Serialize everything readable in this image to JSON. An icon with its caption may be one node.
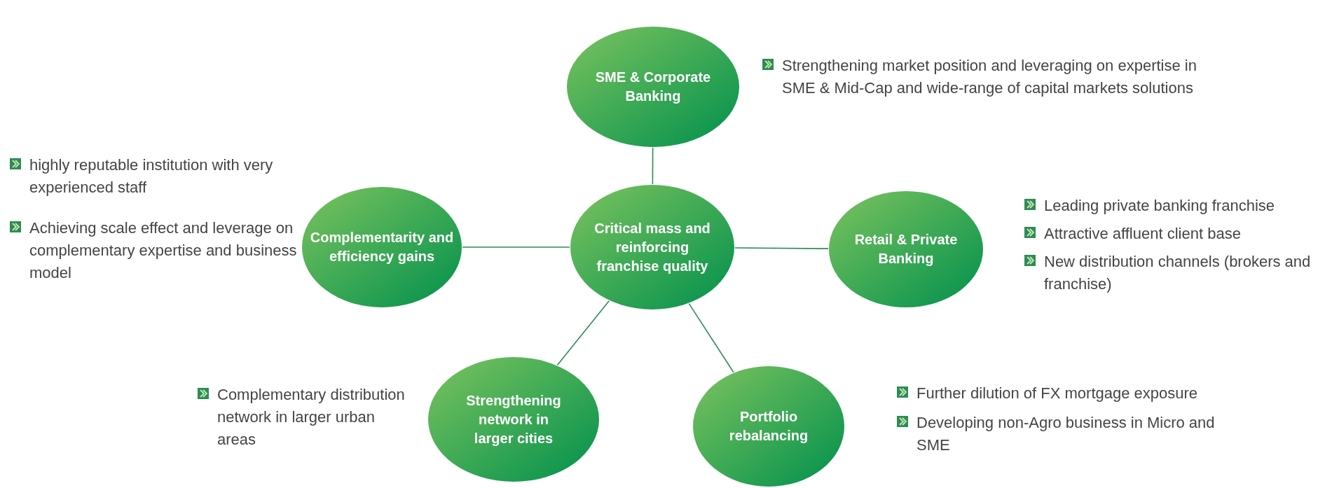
{
  "diagram": {
    "nodes": [
      {
        "text": [
          "Critical mass and reinforcing franchise quality"
        ]
      },
      {
        "text": [
          "SME & Corporate Banking"
        ],
        "beside": [
          "Strengthening market position and leveraging on expertise in SME & Mid-Cap and wide-range of capital markets solutions"
        ]
      },
      {
        "text": [
          "Complementarity and efficiency gains"
        ],
        "beside": [
          "highly reputable institution with very experienced staff",
          "Achieving scale effect and leverage on complementary expertise and business model"
        ]
      },
      {
        "text": [
          "Retail & Private Banking"
        ],
        "beside": [
          "Leading private banking franchise",
          "Attractive affluent client base",
          "New distribution channels (brokers and franchise)"
        ]
      },
      {
        "text": [
          "Strengthening network in larger cities"
        ],
        "beside": [
          "Complementary distribution network in larger urban areas"
        ]
      },
      {
        "text": [
          "Portfolio rebalancing"
        ],
        "beside": [
          "Further dilution of FX mortgage exposure",
          "Developing non-Agro business in Micro and SME"
        ]
      }
    ],
    "edges": [
      {
        "from": 0,
        "to": 1,
        "arrow": "none"
      },
      {
        "from": 0,
        "to": 2,
        "arrow": "none"
      },
      {
        "from": 0,
        "to": 3,
        "arrow": "none"
      },
      {
        "from": 0,
        "to": 4,
        "arrow": "none"
      },
      {
        "from": 0,
        "to": 5,
        "arrow": "none"
      }
    ]
  }
}
